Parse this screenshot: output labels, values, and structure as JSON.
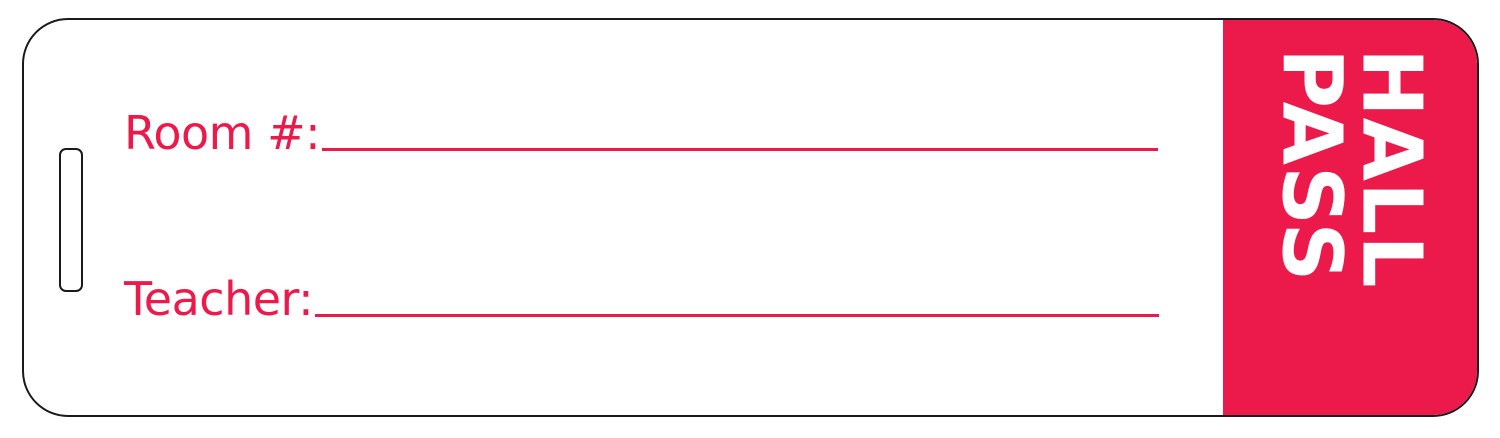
{
  "pass": {
    "fields": {
      "room_label": "Room #:",
      "teacher_label": "Teacher:"
    },
    "banner": {
      "line1": "HALL",
      "line2": "PASS"
    },
    "colors": {
      "accent": "#ec1a4b",
      "outline": "#1a1a1a",
      "background": "#ffffff"
    }
  }
}
